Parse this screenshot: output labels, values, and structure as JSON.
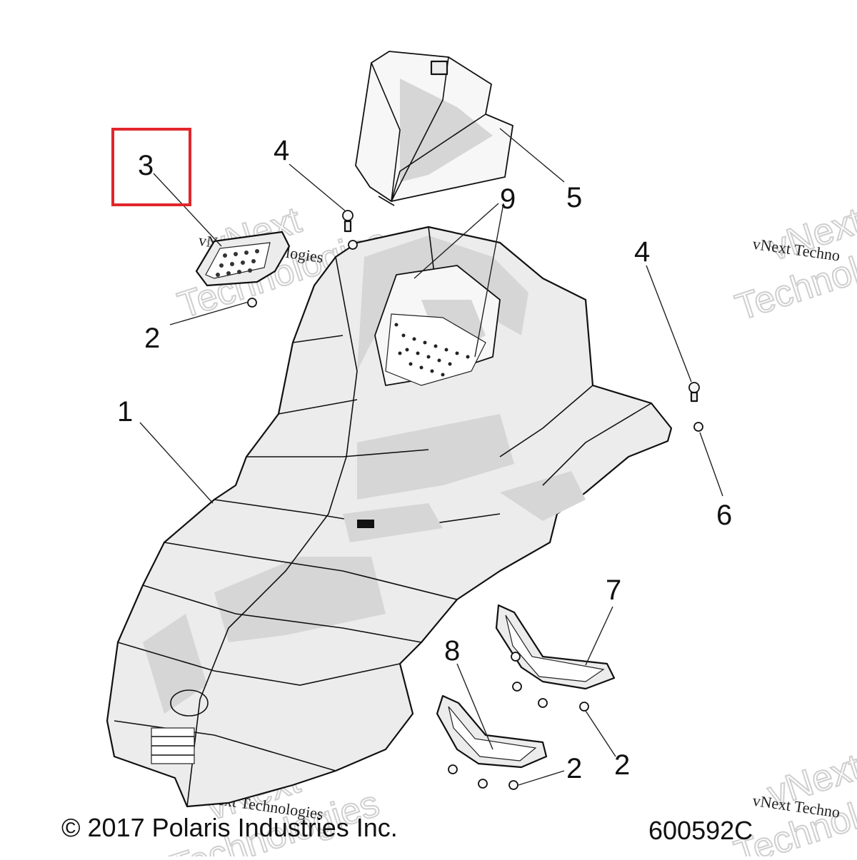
{
  "diagram": {
    "callouts": [
      {
        "id": "c1",
        "label": "1"
      },
      {
        "id": "c2a",
        "label": "2"
      },
      {
        "id": "c2b",
        "label": "2"
      },
      {
        "id": "c2c",
        "label": "2"
      },
      {
        "id": "c3",
        "label": "3"
      },
      {
        "id": "c4a",
        "label": "4"
      },
      {
        "id": "c4b",
        "label": "4"
      },
      {
        "id": "c5",
        "label": "5"
      },
      {
        "id": "c6",
        "label": "6"
      },
      {
        "id": "c7",
        "label": "7"
      },
      {
        "id": "c8",
        "label": "8"
      },
      {
        "id": "c9",
        "label": "9"
      }
    ],
    "highlight_color": "#e0262b",
    "highlighted_callout": "3"
  },
  "watermarks": {
    "small_text": "vNext Technologies",
    "small_text_clipped": "vNext Techno",
    "big_line1": "vNext",
    "big_line2": "Technologies",
    "big_line2_clipped": "Technolo"
  },
  "footer": {
    "copyright": "© 2017 Polaris Industries Inc.",
    "part_code": "600592C"
  }
}
